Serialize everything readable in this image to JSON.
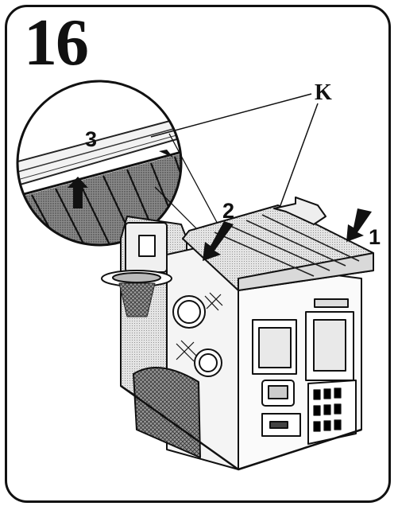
{
  "step": {
    "number": "16"
  },
  "callouts": {
    "part": "K",
    "step1": "1",
    "step2": "2",
    "step3": "3"
  }
}
